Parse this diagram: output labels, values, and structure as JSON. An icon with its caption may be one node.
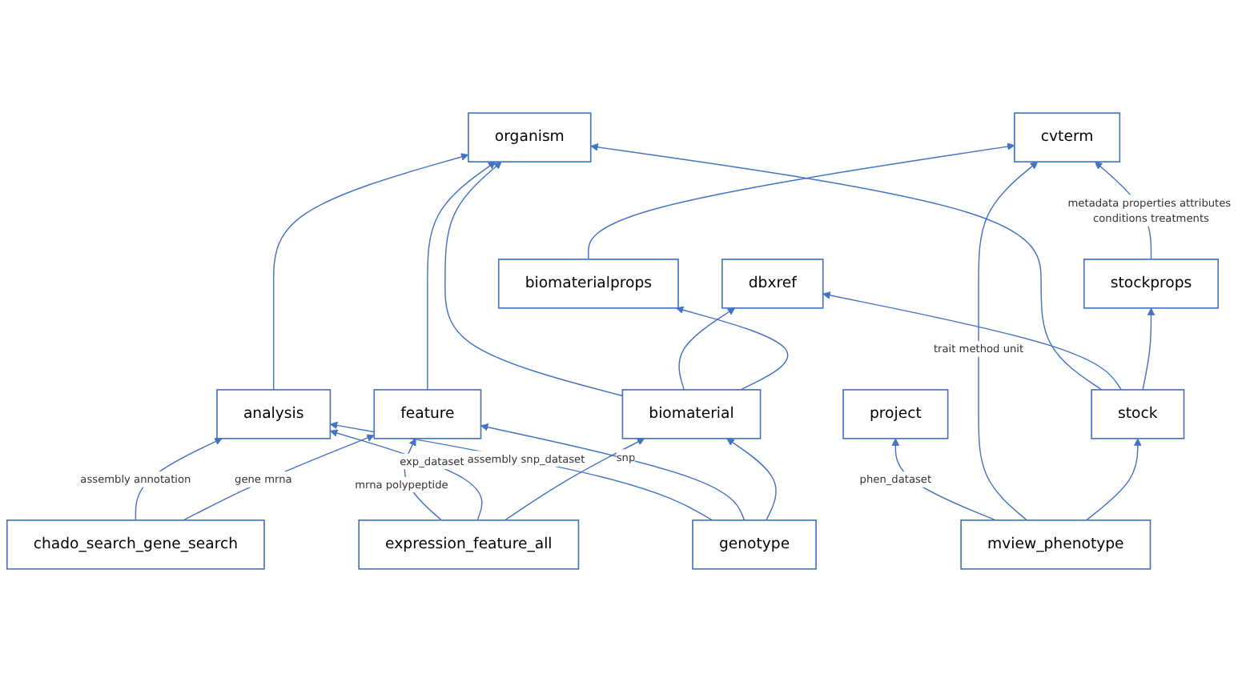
{
  "diagram": {
    "nodes": [
      {
        "text": [
          "organism"
        ]
      },
      {
        "text": [
          "analysis"
        ]
      },
      {
        "text": [
          "project"
        ]
      },
      {
        "text": [
          "feature"
        ]
      },
      {
        "text": [
          "cvterm"
        ]
      },
      {
        "text": [
          "expression_feature_all"
        ]
      },
      {
        "text": [
          "genotype"
        ]
      },
      {
        "text": [
          "mview_phenotype"
        ]
      },
      {
        "text": [
          "chado_search_gene_search"
        ]
      },
      {
        "text": [
          "biomaterial"
        ]
      },
      {
        "text": [
          "dbxref"
        ]
      },
      {
        "text": [
          "stock"
        ]
      },
      {
        "text": [
          "stockprops"
        ]
      },
      {
        "text": [
          "biomaterialprops"
        ]
      }
    ],
    "edges": [
      {
        "from": 3,
        "to": 0,
        "arrow": "to"
      },
      {
        "from": 1,
        "to": 0,
        "arrow": "to"
      },
      {
        "from": 9,
        "to": 0,
        "arrow": "to"
      },
      {
        "from": 11,
        "to": 0,
        "arrow": "to"
      },
      {
        "from": 8,
        "to": 1,
        "arrow": "to",
        "label": "assembly annotation"
      },
      {
        "from": 8,
        "to": 3,
        "arrow": "to",
        "label": "gene mrna"
      },
      {
        "from": 5,
        "to": 3,
        "arrow": "to",
        "label": "mrna polypeptide"
      },
      {
        "from": 5,
        "to": 1,
        "arrow": "to",
        "label": "exp_dataset"
      },
      {
        "from": 6,
        "to": 1,
        "arrow": "to",
        "label": "assembly snp_dataset"
      },
      {
        "from": 6,
        "to": 3,
        "arrow": "to",
        "label": "snp"
      },
      {
        "from": 7,
        "to": 2,
        "arrow": "to",
        "label": "phen_dataset"
      },
      {
        "from": 7,
        "to": 4,
        "arrow": "to",
        "label": "trait method unit"
      },
      {
        "from": 5,
        "to": 9,
        "arrow": "to"
      },
      {
        "from": 6,
        "to": 9,
        "arrow": "to"
      },
      {
        "from": 7,
        "to": 11,
        "arrow": "to"
      },
      {
        "from": 9,
        "to": 10,
        "arrow": "to"
      },
      {
        "from": 11,
        "to": 10,
        "arrow": "to"
      },
      {
        "from": 11,
        "to": 12,
        "arrow": "to"
      },
      {
        "from": 9,
        "to": 13,
        "arrow": "to"
      },
      {
        "from": 12,
        "to": 4,
        "arrow": "to",
        "label": "metadata properties attributes conditions treatments"
      },
      {
        "from": 13,
        "to": 4,
        "arrow": "to"
      }
    ]
  }
}
